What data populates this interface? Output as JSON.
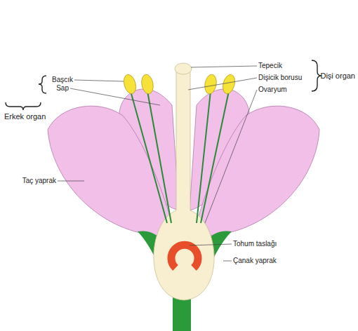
{
  "diagram": {
    "labels": [
      "Başcık",
      "Sap",
      "Erkek organ",
      "Tepecik",
      "Dişicik borusu",
      "Ovaryum",
      "Dişi organ",
      "Taç yaprak",
      "Tohum taslağı",
      "Çanak yaprak"
    ]
  }
}
